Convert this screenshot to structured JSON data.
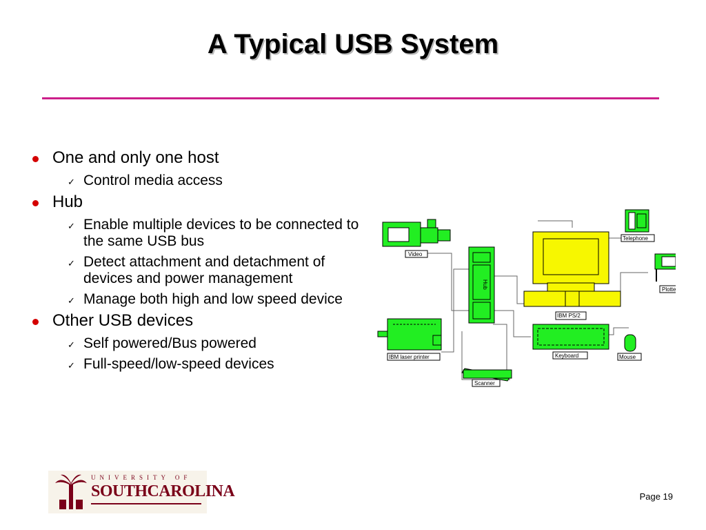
{
  "slide": {
    "title": "A Typical USB System",
    "accent_color": "#cc1f8a",
    "bullet_color": "#d40000",
    "page": "Page 19"
  },
  "bullets": [
    {
      "text": "One and only one host",
      "subs": [
        "Control media access"
      ]
    },
    {
      "text": "Hub",
      "subs": [
        "Enable multiple devices to be connected to the same USB bus",
        "Detect attachment and detachment of devices and power management",
        "Manage both high and low speed device"
      ]
    },
    {
      "text": "Other USB devices",
      "subs": [
        "Self powered/Bus powered",
        "Full-speed/low-speed devices"
      ]
    }
  ],
  "diagram": {
    "device_color": "#22ee22",
    "pc_color": "#f7f700",
    "labels": {
      "video": "Video",
      "hub": "Hub",
      "host": "IBM PS/2",
      "telephone": "Telephone",
      "plotter": "Plotter",
      "printer": "IBM laser printer",
      "keyboard": "Keyboard",
      "mouse": "Mouse",
      "scanner": "Scanner"
    }
  },
  "logo": {
    "top": "UNIVERSITY OF",
    "name": "SOUTHCAROLINA"
  }
}
